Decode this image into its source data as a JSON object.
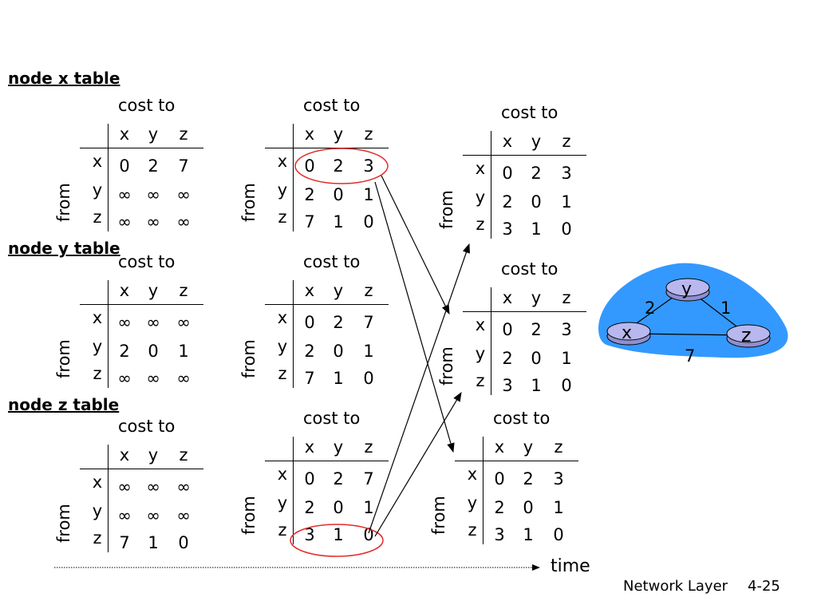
{
  "titles": {
    "node_x": "node x table",
    "node_y": "node y table",
    "node_z": "node z table"
  },
  "labels": {
    "cost_to": "cost to",
    "from": "from",
    "cols": [
      "x",
      "y",
      "z"
    ],
    "rows": [
      "x",
      "y",
      "z"
    ]
  },
  "tables": [
    {
      "id": "x0",
      "rows": [
        [
          "0",
          "2",
          "7"
        ],
        [
          "∞",
          "∞",
          "∞"
        ],
        [
          "∞",
          "∞",
          "∞"
        ]
      ]
    },
    {
      "id": "x1",
      "rows": [
        [
          "0",
          "2",
          "3"
        ],
        [
          "2",
          "0",
          "1"
        ],
        [
          "7",
          "1",
          "0"
        ]
      ]
    },
    {
      "id": "x2",
      "rows": [
        [
          "0",
          "2",
          "3"
        ],
        [
          "2",
          "0",
          "1"
        ],
        [
          "3",
          "1",
          "0"
        ]
      ]
    },
    {
      "id": "y0",
      "rows": [
        [
          "∞",
          "∞",
          "∞"
        ],
        [
          "2",
          "0",
          "1"
        ],
        [
          "∞",
          "∞",
          "∞"
        ]
      ]
    },
    {
      "id": "y1",
      "rows": [
        [
          "0",
          "2",
          "7"
        ],
        [
          "2",
          "0",
          "1"
        ],
        [
          "7",
          "1",
          "0"
        ]
      ]
    },
    {
      "id": "y2",
      "rows": [
        [
          "0",
          "2",
          "3"
        ],
        [
          "2",
          "0",
          "1"
        ],
        [
          "3",
          "1",
          "0"
        ]
      ]
    },
    {
      "id": "z0",
      "rows": [
        [
          "∞",
          "∞",
          "∞"
        ],
        [
          "∞",
          "∞",
          "∞"
        ],
        [
          "7",
          "1",
          "0"
        ]
      ]
    },
    {
      "id": "z1",
      "rows": [
        [
          "0",
          "2",
          "7"
        ],
        [
          "2",
          "0",
          "1"
        ],
        [
          "3",
          "1",
          "0"
        ]
      ]
    },
    {
      "id": "z2",
      "rows": [
        [
          "0",
          "2",
          "3"
        ],
        [
          "2",
          "0",
          "1"
        ],
        [
          "3",
          "1",
          "0"
        ]
      ]
    }
  ],
  "graph": {
    "nodes": [
      "x",
      "y",
      "z"
    ],
    "edges": [
      {
        "from": "x",
        "to": "y",
        "cost": "2"
      },
      {
        "from": "y",
        "to": "z",
        "cost": "1"
      },
      {
        "from": "x",
        "to": "z",
        "cost": "7"
      }
    ],
    "cloud_color": "#3399ff",
    "router_color": "#b8b8ee"
  },
  "timeline": {
    "label": "time"
  },
  "footer": {
    "section": "Network Layer",
    "page": "4-25"
  }
}
